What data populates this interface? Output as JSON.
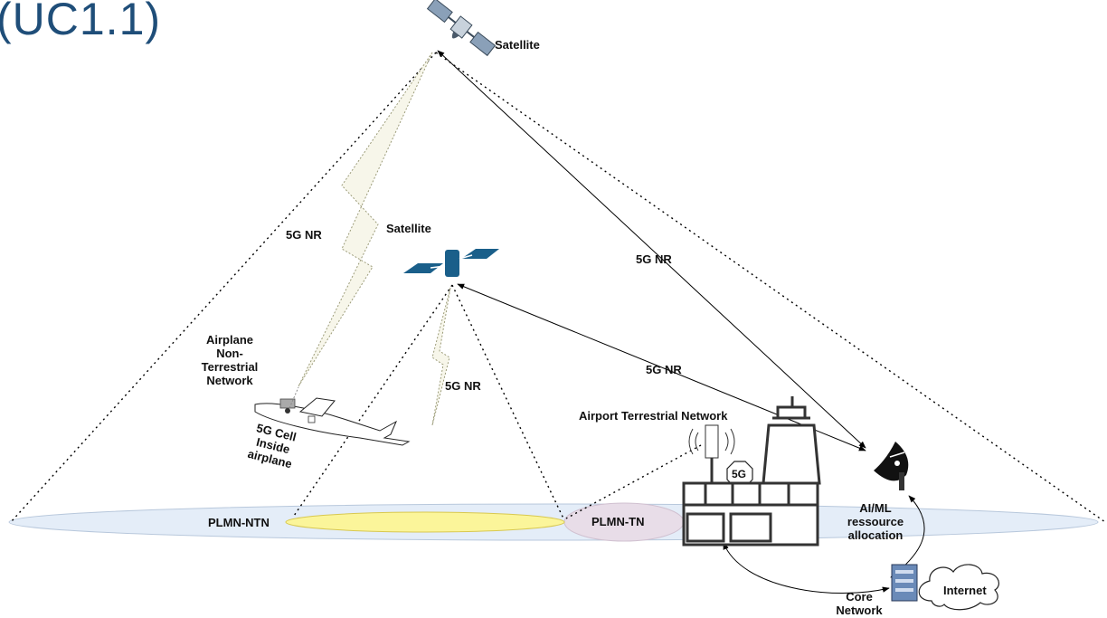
{
  "title": "(UC1.1)",
  "labels": {
    "satellite_top": "Satellite",
    "satellite_mid": "Satellite",
    "nr_left": "5G NR",
    "nr_right_top": "5G NR",
    "nr_mid": "5G NR",
    "nr_lower": "5G NR",
    "airplane_ntn": [
      "Airplane",
      "Non-",
      "Terrestrial",
      "Network"
    ],
    "cell_inside": [
      "5G Cell",
      "Inside",
      "airplane"
    ],
    "airport_tn": "Airport Terrestrial Network",
    "badge_5g": "5G",
    "plmn_ntn": "PLMN-NTN",
    "plmn_tn": "PLMN-TN",
    "ai_ml": [
      "AI/ML",
      "ressource",
      "allocation"
    ],
    "internet": "Internet",
    "core_network": [
      "Core",
      "Network"
    ]
  },
  "colors": {
    "title": "#1f4e79",
    "ground_ellipse": "#e4edf8",
    "ntn_area": "#fbf59a",
    "tn_area": "#e8dde8",
    "lightning": "#f7f6ea",
    "satellite_blue": "#1a5f8a"
  },
  "icons": [
    "satellite-icon",
    "satellite-icon",
    "airplane-icon",
    "cell-tower-icon",
    "control-tower-icon",
    "dish-antenna-icon",
    "server-icon",
    "cloud-icon"
  ]
}
